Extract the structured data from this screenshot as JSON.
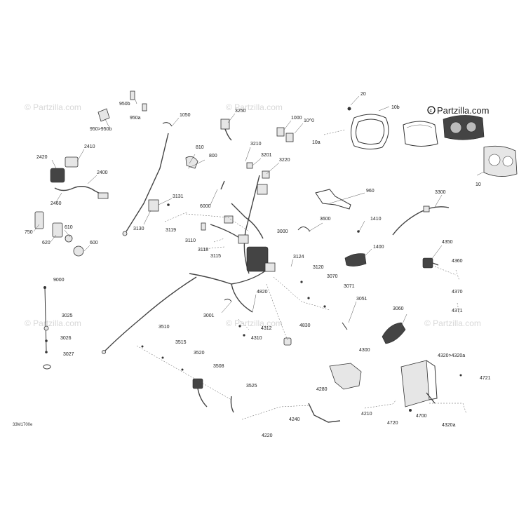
{
  "watermarks": {
    "main": "Partzilla.com",
    "faint": "© Partzilla.com"
  },
  "diagram_code": "33M1700e",
  "callouts": [
    "20",
    "10b",
    "10a",
    "10",
    "950b",
    "950a",
    "950>950b",
    "1050",
    "3250",
    "1000",
    "10^0",
    "3210",
    "3201",
    "3220",
    "2420",
    "2410",
    "2400",
    "2460",
    "610",
    "3131",
    "6000",
    "960",
    "3300",
    "750",
    "620",
    "600",
    "3130",
    "3119",
    "3110",
    "3118",
    "3115",
    "3000",
    "3600",
    "1410",
    "1400",
    "4350",
    "4360",
    "3124",
    "3120",
    "3070",
    "3071",
    "3051",
    "9000",
    "4370",
    "4371",
    "3001",
    "4820",
    "4312",
    "4310",
    "4830",
    "3025",
    "3026",
    "3027",
    "3060",
    "3510",
    "3515",
    "3520",
    "3508",
    "3525",
    "4300",
    "4320>4320a",
    "4721",
    "4280",
    "4240",
    "4210",
    "4220",
    "4720",
    "4700",
    "4320a",
    "800",
    "810"
  ]
}
